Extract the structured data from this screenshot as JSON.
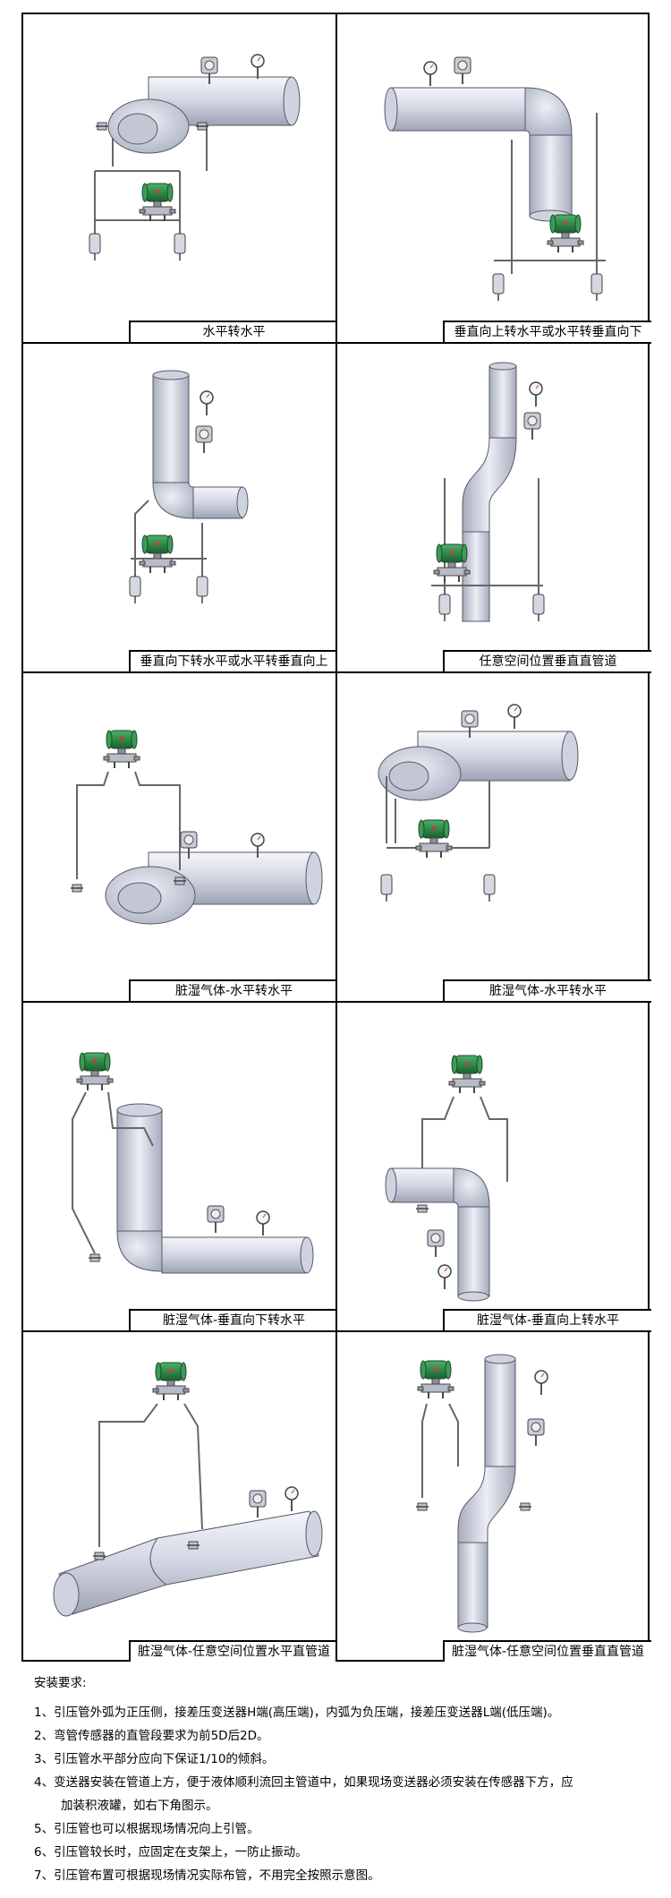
{
  "panels": [
    {
      "caption": "水平转水平"
    },
    {
      "caption": "垂直向上转水平或水平转垂直向下"
    },
    {
      "caption": "垂直向下转水平或水平转垂直向上"
    },
    {
      "caption": "任意空间位置垂直直管道"
    },
    {
      "caption": "脏湿气体-水平转水平"
    },
    {
      "caption": "脏湿气体-水平转水平"
    },
    {
      "caption": "脏湿气体-垂直向下转水平"
    },
    {
      "caption": "脏湿气体-垂直向上转水平"
    },
    {
      "caption": "脏湿气体-任意空间位置水平直管道"
    },
    {
      "caption": "脏湿气体-任意空间位置垂直直管道"
    }
  ],
  "notes": {
    "title": "安装要求:",
    "items": [
      "1、引压管外弧为正压侧，接差压变送器H端(高压端)，内弧为负压端，接差压变送器L端(低压端)。",
      "2、弯管传感器的直管段要求为前5D后2D。",
      "3、引压管水平部分应向下保证1/10的倾斜。",
      "4、变送器安装在管道上方，便于液体顺利流回主管道中，如果现场变送器必须安装在传感器下方，应",
      "5、引压管也可以根据现场情况向上引管。",
      "6、引压管较长时，应固定在支架上，一防止振动。",
      "7、引压管布置可根据现场情况实际布管，不用完全按照示意图。"
    ],
    "item4_cont": "加装积液罐，如右下角图示。"
  },
  "colors": {
    "pipe_fill": "#d8dbe6",
    "pipe_stroke": "#555a66",
    "transmitter_green": "#2f8a4a",
    "border": "#000000"
  }
}
